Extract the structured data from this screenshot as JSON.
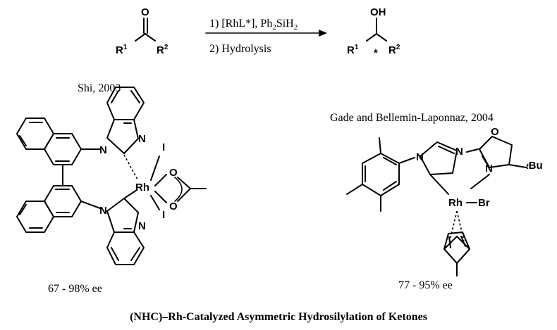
{
  "reaction": {
    "reactant_O": "O",
    "reactant_R1": "R",
    "reactant_R1_sup": "1",
    "reactant_R2": "R",
    "reactant_R2_sup": "2",
    "step1_pre": "1) [RhL*], Ph",
    "step1_sub1": "2",
    "step1_mid": "SiH",
    "step1_sub2": "2",
    "step2": "2) Hydrolysis",
    "product_OH": "OH",
    "product_R1": "R",
    "product_R1_sup": "1",
    "product_star": "*",
    "product_R2": "R",
    "product_R2_sup": "2"
  },
  "left_catalyst": {
    "reference": "Shi, 2003",
    "ee": "67 - 98% ee",
    "atoms": {
      "N_top_upper": "N",
      "N_top_lower": "N",
      "N_bot_upper": "N",
      "N_bot_lower": "N",
      "I_top": "I",
      "I_bot": "I",
      "O_top": "O",
      "O_bot": "O",
      "Rh": "Rh"
    }
  },
  "right_catalyst": {
    "reference": "Gade and Bellemin-Laponnaz, 2004",
    "ee": "77 - 95% ee",
    "atoms": {
      "N_left": "N",
      "N_right": "N",
      "O": "O",
      "N_oxazoline": "N",
      "tBu_t": "t",
      "tBu_Bu": "Bu",
      "Rh": "Rh",
      "Br": "Br"
    }
  },
  "caption": "(NHC)–Rh-Catalyzed Asymmetric Hydrosilylation of Ketones"
}
